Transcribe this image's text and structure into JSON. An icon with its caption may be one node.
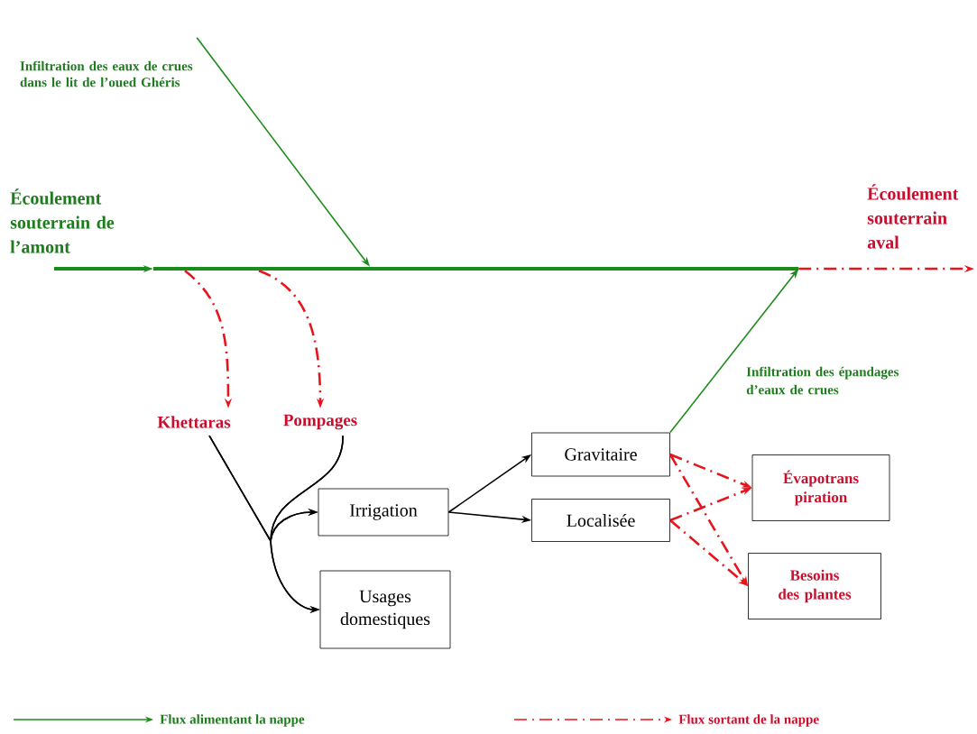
{
  "diagram": {
    "nodes": [
      {
        "text": [
          "Khettaras"
        ]
      },
      {
        "text": [
          "Pompages"
        ]
      },
      {
        "text": [
          "Irrigation"
        ]
      },
      {
        "text": [
          "Usages domestiques"
        ]
      },
      {
        "text": [
          "Gravitaire"
        ]
      },
      {
        "text": [
          "Localisée"
        ]
      },
      {
        "text": [
          "Évapotrans piration"
        ]
      },
      {
        "text": [
          "Besoins des plantes"
        ]
      },
      {
        "text": [],
        "shape": "bar"
      },
      {
        "text": [
          "Infiltration des eaux de crues dans le lit de l’oued Ghéris"
        ]
      }
    ],
    "edges": [
      {
        "from": null,
        "to": 8,
        "arrow": "to",
        "style": "thick",
        "color": "#1a8c1a",
        "label": "Écoulement souterrain de l’amont"
      },
      {
        "from": 9,
        "to": 8,
        "arrow": "to",
        "color": "#1a8c1a"
      },
      {
        "from": 8,
        "to": null,
        "arrow": "to",
        "style": "dashed",
        "color": "#e8141c",
        "label": "Écoulement souterrain aval"
      },
      {
        "from": 8,
        "to": 0,
        "arrow": "to",
        "style": "dashed",
        "color": "#e8141c"
      },
      {
        "from": 8,
        "to": 1,
        "arrow": "to",
        "style": "dashed",
        "color": "#e8141c"
      },
      {
        "from": 0,
        "to": 2,
        "arrow": "to",
        "color": "#000000"
      },
      {
        "from": 0,
        "to": 3,
        "arrow": "to",
        "color": "#000000"
      },
      {
        "from": 1,
        "to": 2,
        "arrow": "to",
        "color": "#000000"
      },
      {
        "from": 1,
        "to": 3,
        "arrow": "to",
        "color": "#000000"
      },
      {
        "from": 2,
        "to": 4,
        "arrow": "to",
        "color": "#000000"
      },
      {
        "from": 2,
        "to": 5,
        "arrow": "to",
        "color": "#000000"
      },
      {
        "from": 4,
        "to": 8,
        "arrow": "to",
        "color": "#1a8c1a",
        "label": "Infiltration des épandages d’eaux de crues"
      },
      {
        "from": 4,
        "to": 6,
        "arrow": "to",
        "style": "dashed",
        "color": "#e8141c"
      },
      {
        "from": 4,
        "to": 7,
        "arrow": "to",
        "style": "dashed",
        "color": "#e8141c"
      },
      {
        "from": 5,
        "to": 6,
        "arrow": "to",
        "style": "dashed",
        "color": "#e8141c"
      },
      {
        "from": 5,
        "to": 7,
        "arrow": "to",
        "style": "dashed",
        "color": "#e8141c"
      }
    ],
    "legend": [
      {
        "text": "Flux alimentant la nappe"
      },
      {
        "text": "Flux sortant de la nappe"
      }
    ]
  }
}
